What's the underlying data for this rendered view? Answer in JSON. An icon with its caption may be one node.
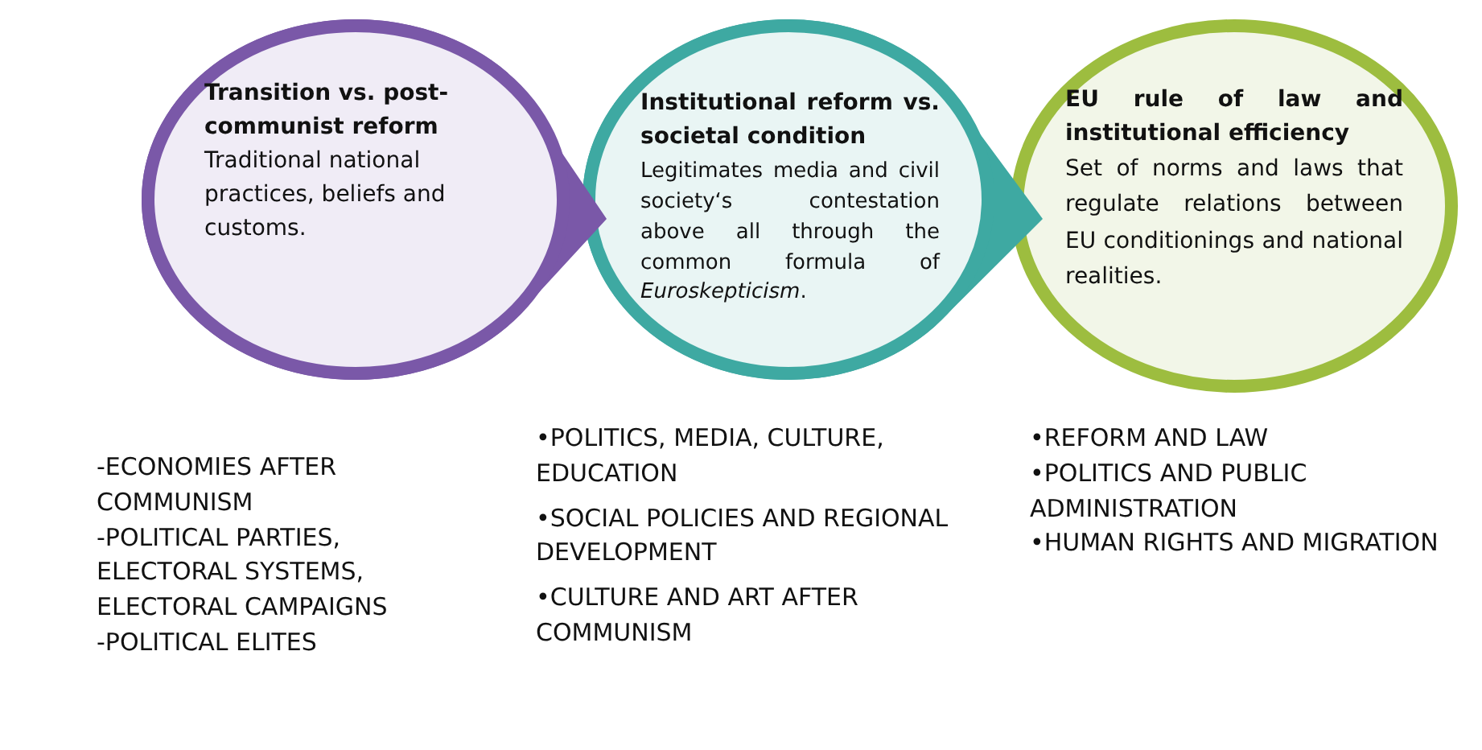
{
  "diagram": {
    "nodes": [
      {
        "text": [
          "Transition vs. post-communist reform",
          "Traditional national practices, beliefs and customs."
        ],
        "beside": [
          "-ECONOMIES AFTER COMMUNISM",
          "-POLITICAL PARTIES, ELECTORAL SYSTEMS, ELECTORAL CAMPAIGNS",
          "-POLITICAL ELITES"
        ]
      },
      {
        "text": [
          "Institutional reform vs. societal condition",
          "Legitimates media and civil society‘s contestation above all through the common formula of *Euroskepticism*."
        ],
        "beside": [
          "•POLITICS, MEDIA, CULTURE, EDUCATION",
          "•SOCIAL POLICIES AND REGIONAL DEVELOPMENT",
          "•CULTURE AND ART AFTER COMMUNISM"
        ]
      },
      {
        "text": [
          "EU rule of law and institutional efficiency",
          "Set of norms and laws that regulate relations between EU conditionings and national realities."
        ],
        "beside": [
          "•REFORM AND LAW",
          "•POLITICS AND PUBLIC ADMINISTRATION",
          "•HUMAN RIGHTS AND MIGRATION"
        ]
      }
    ]
  }
}
